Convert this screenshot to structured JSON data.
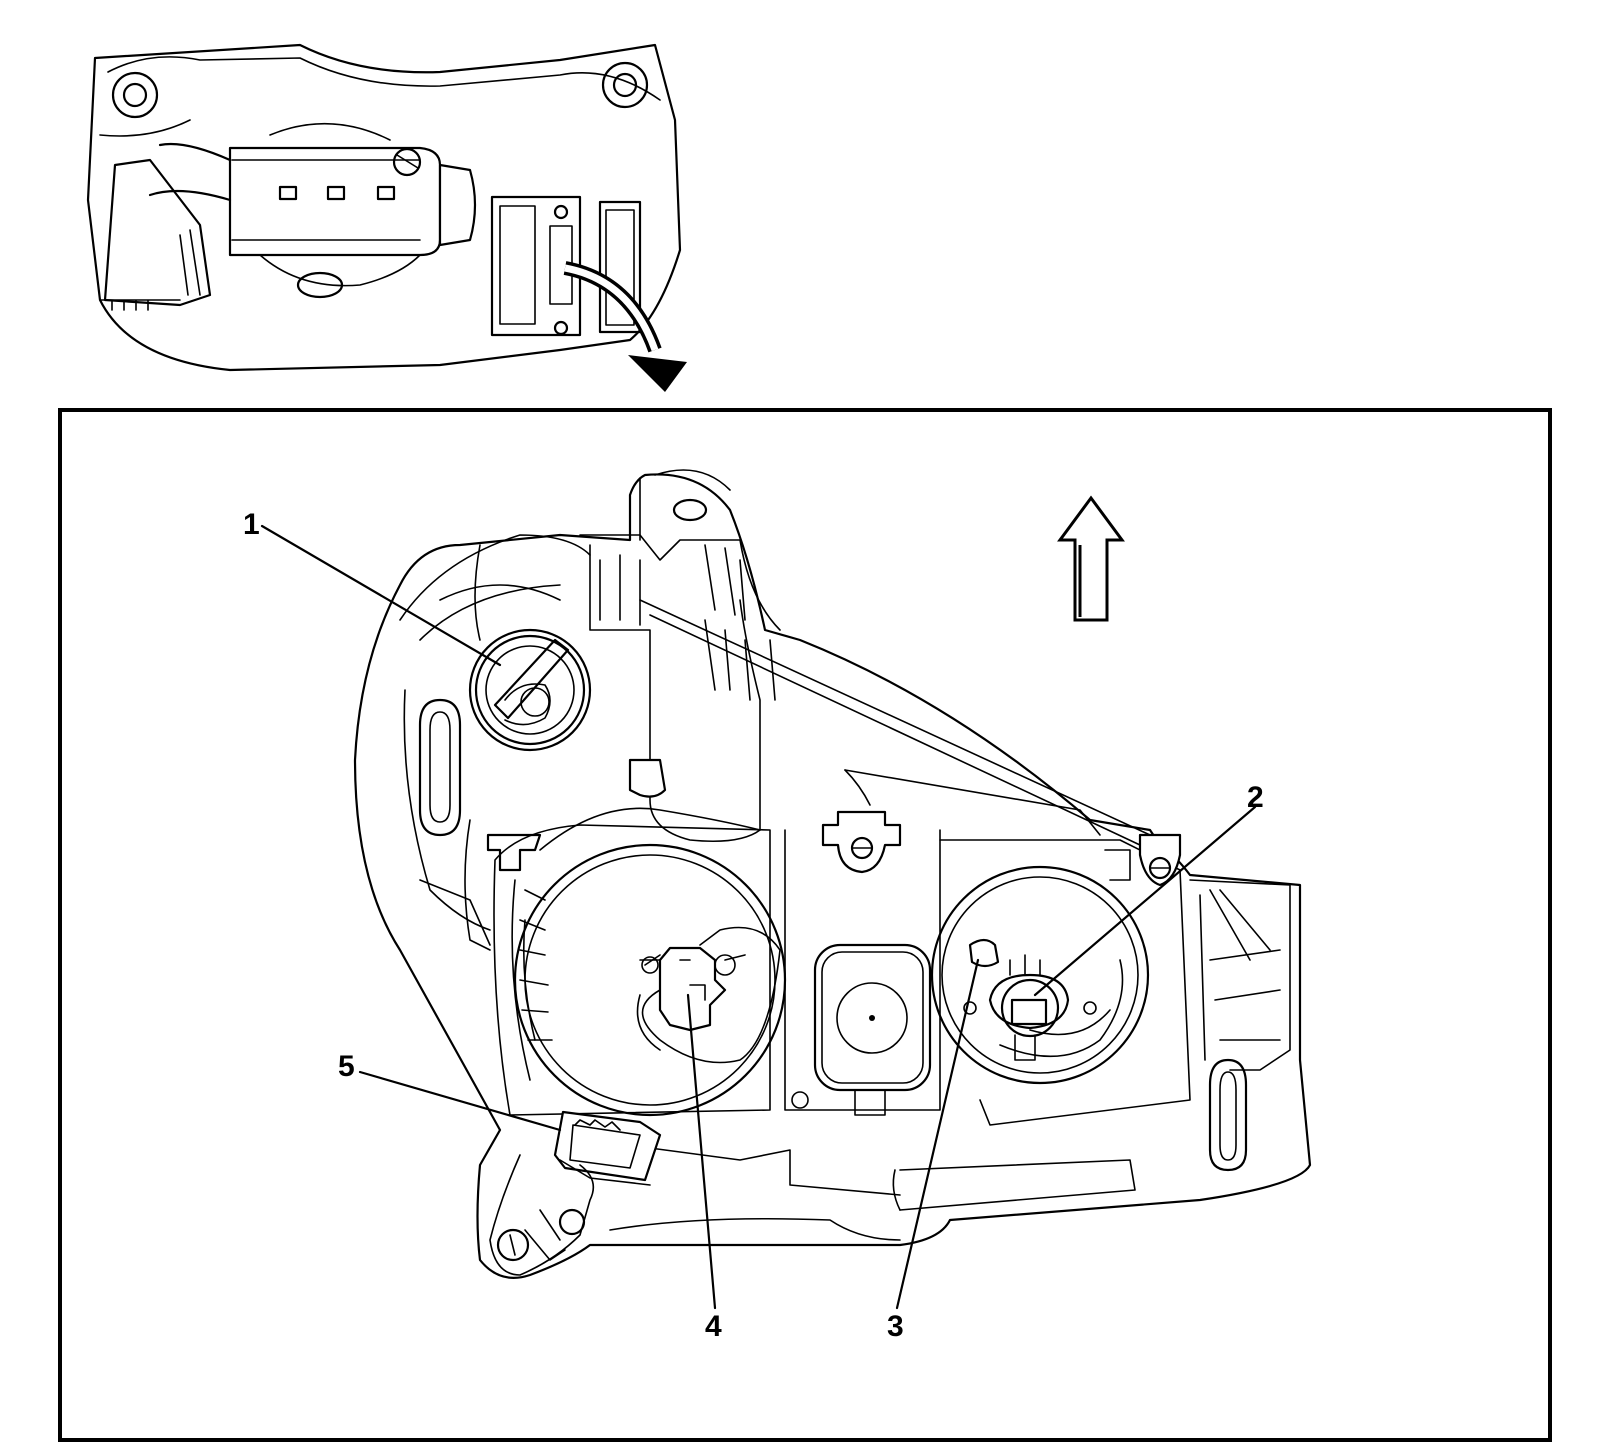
{
  "diagram": {
    "callouts": [
      {
        "id": "1",
        "label": "1"
      },
      {
        "id": "2",
        "label": "2"
      },
      {
        "id": "3",
        "label": "3"
      },
      {
        "id": "4",
        "label": "4"
      },
      {
        "id": "5",
        "label": "5"
      }
    ],
    "colors": {
      "line": "#000000",
      "background": "#ffffff"
    },
    "icons": {
      "direction_arrow": "up-arrow-icon",
      "pointer_arrow": "curved-arrow-icon"
    }
  }
}
